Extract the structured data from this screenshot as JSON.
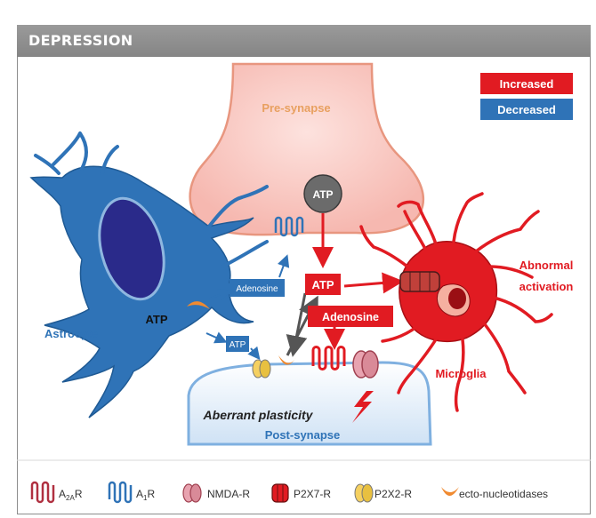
{
  "header": {
    "title": "DEPRESSION"
  },
  "legend": {
    "increased": "Increased",
    "decreased": "Decreased"
  },
  "colors": {
    "increased": "#e11b22",
    "decreased": "#2f73b7",
    "header": "#8f8f8f"
  },
  "labels": {
    "presynapse": "Pre-synapse",
    "postsynapse": "Post-synapse",
    "astrocyte": "Astrocyte",
    "microglia": "Microglia",
    "abnormal_line1": "Abnormal",
    "abnormal_line2": "activation",
    "aberrant": "Aberrant plasticity",
    "atp_vesicle": "ATP",
    "atp_astro": "ATP",
    "atp_small": "ATP",
    "adenosine_small": "Adenosine",
    "atp_red": "ATP",
    "adenosine_red": "Adenosine"
  },
  "bottom_legend": {
    "a2a": {
      "main": "A",
      "sub": "2A",
      "suffix": "R"
    },
    "a1": {
      "main": "A",
      "sub": "1",
      "suffix": "R"
    },
    "nmda": "NMDA-R",
    "p2x7": "P2X7-R",
    "p2x2": "P2X2-R",
    "ecto": "ecto-nucleotidases"
  }
}
